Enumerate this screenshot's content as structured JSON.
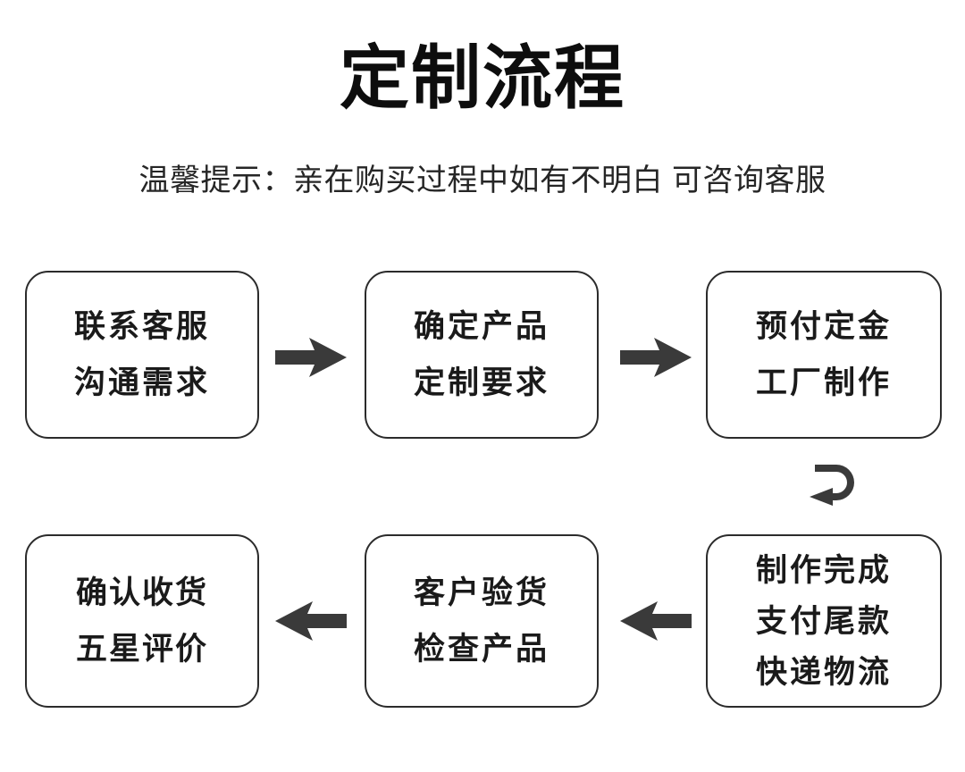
{
  "header": {
    "title": "定制流程",
    "subtitle": "温馨提示：亲在购买过程中如有不明白 可咨询客服"
  },
  "colors": {
    "background": "#ffffff",
    "text": "#1a1a1a",
    "title": "#0d0d0d",
    "box_border": "#2b2b2b",
    "arrow": "#3a3a3a"
  },
  "flow": {
    "steps": [
      {
        "id": "step-1",
        "index": 1,
        "lines": [
          "联系客服",
          "沟通需求"
        ]
      },
      {
        "id": "step-2",
        "index": 2,
        "lines": [
          "确定产品",
          "定制要求"
        ]
      },
      {
        "id": "step-3",
        "index": 3,
        "lines": [
          "预付定金",
          "工厂制作"
        ]
      },
      {
        "id": "step-4",
        "index": 4,
        "lines": [
          "制作完成",
          "支付尾款",
          "快递物流"
        ]
      },
      {
        "id": "step-5",
        "index": 5,
        "lines": [
          "客户验货",
          "检查产品"
        ]
      },
      {
        "id": "step-6",
        "index": 6,
        "lines": [
          "确认收货",
          "五星评价"
        ]
      }
    ],
    "connectors": [
      {
        "id": "arrow-1",
        "icon": "arrow-right-icon",
        "from": "step-1",
        "to": "step-2"
      },
      {
        "id": "arrow-2",
        "icon": "arrow-right-icon",
        "from": "step-2",
        "to": "step-3"
      },
      {
        "id": "arrow-loop",
        "icon": "arrow-uturn-down-left-icon",
        "from": "step-3",
        "to": "step-4"
      },
      {
        "id": "arrow-3",
        "icon": "arrow-left-icon",
        "from": "step-4",
        "to": "step-5"
      },
      {
        "id": "arrow-4",
        "icon": "arrow-left-icon",
        "from": "step-5",
        "to": "step-6"
      }
    ]
  }
}
